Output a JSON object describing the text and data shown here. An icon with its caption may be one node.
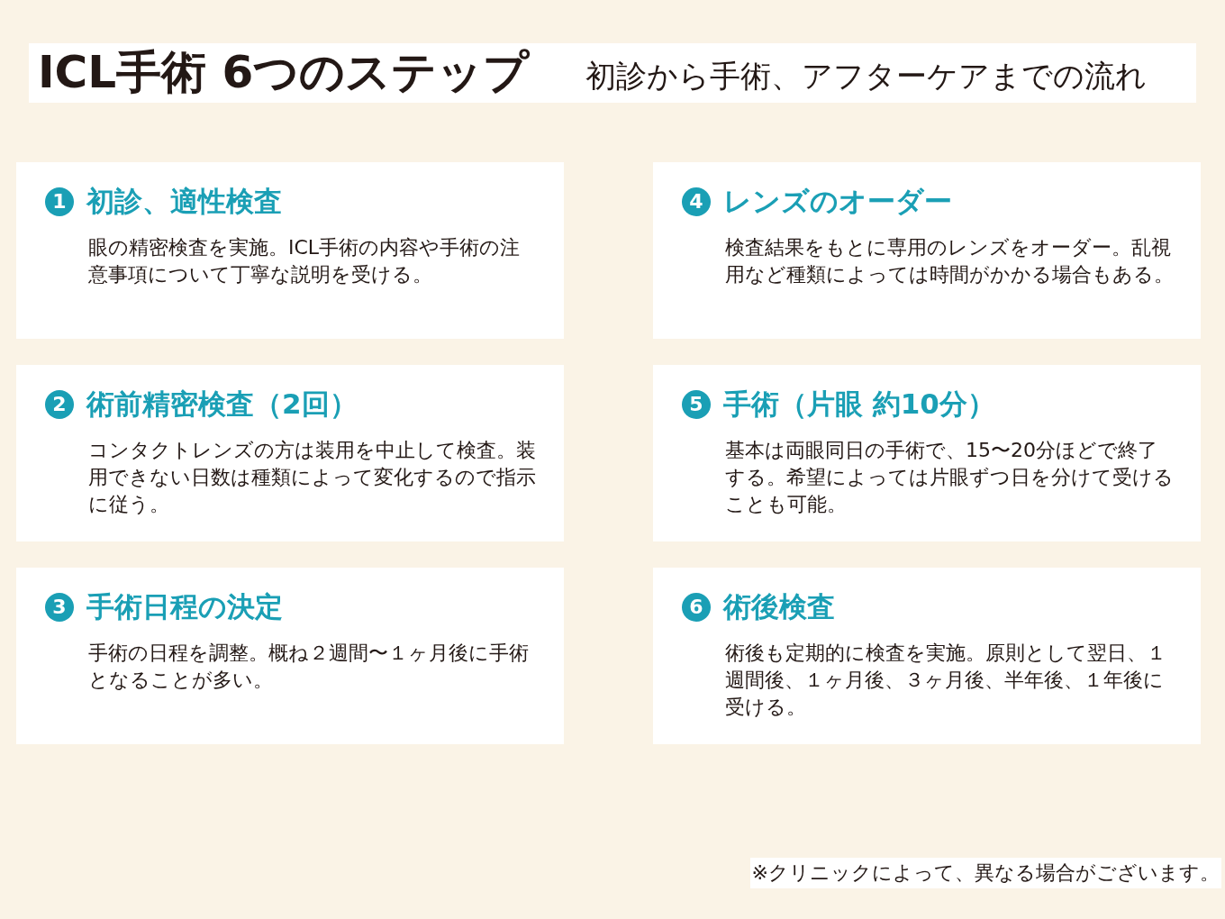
{
  "diagram": {
    "title": "ICL手術 6つのステップ",
    "nodes": [
      {
        "text": [
          "1",
          "初診、適性検査",
          "眼の精密検査を実施。ICL手術の内容や手術の注意事項について丁寧な説明を受ける。"
        ]
      },
      {
        "text": [
          "2",
          "術前精密検査（2回）",
          "コンタクトレンズの方は装用を中止して検査。装用できない日数は種類によって変化するので指示に従う。"
        ]
      },
      {
        "text": [
          "3",
          "手術日程の決定",
          "手術の日程を調整。概ね２週間〜１ヶ月後に手術となることが多い。"
        ]
      },
      {
        "text": [
          "4",
          "レンズのオーダー",
          "検査結果をもとに専用のレンズをオーダー。乱視用など種類によっては時間がかかる場合もある。"
        ]
      },
      {
        "text": [
          "5",
          "手術（片眼 約10分）",
          "基本は両眼同日の手術で、15〜20分ほどで終了する。希望によっては片眼ずつ日を分けて受けることも可能。"
        ]
      },
      {
        "text": [
          "6",
          "術後検査",
          "術後も定期的に検査を実施。原則として翌日、１週間後、１ヶ月後、３ヶ月後、半年後、１年後に受ける。"
        ]
      }
    ],
    "edges": [],
    "labels": [
      "初診から手術、アフターケアまでの流れ",
      "※クリニックによって、異なる場合がございます。"
    ]
  }
}
